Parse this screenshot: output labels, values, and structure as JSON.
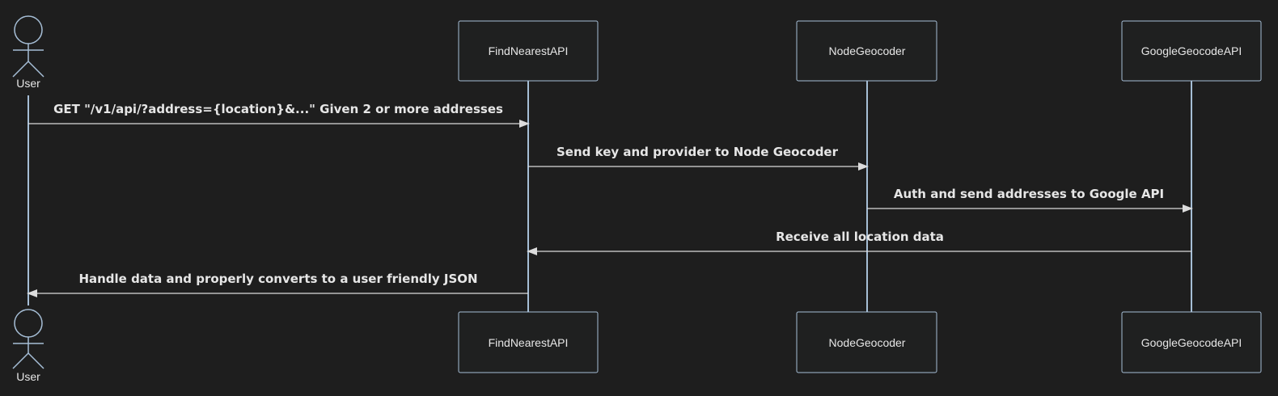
{
  "diagram": {
    "type": "sequence",
    "background": "#1e1e1e",
    "colors": {
      "lifeline": "#a6bed6",
      "box_border": "#a6bed6",
      "box_fill": "#1f2020",
      "text": "#e6e6e6",
      "message": "#dcdcdc"
    },
    "participants": [
      {
        "id": "user",
        "label": "User",
        "kind": "actor"
      },
      {
        "id": "findnearest",
        "label": "FindNearestAPI",
        "kind": "box"
      },
      {
        "id": "nodegeocoder",
        "label": "NodeGeocoder",
        "kind": "box"
      },
      {
        "id": "google",
        "label": "GoogleGeocodeAPI",
        "kind": "box"
      }
    ],
    "messages": [
      {
        "from": "user",
        "to": "findnearest",
        "label": "GET \"/v1/api/?address={location}&...\" Given 2 or more addresses"
      },
      {
        "from": "findnearest",
        "to": "nodegeocoder",
        "label": "Send key and provider to Node Geocoder"
      },
      {
        "from": "nodegeocoder",
        "to": "google",
        "label": "Auth and send addresses to Google API"
      },
      {
        "from": "google",
        "to": "findnearest",
        "label": "Receive all location data"
      },
      {
        "from": "findnearest",
        "to": "user",
        "label": "Handle data and properly converts to a user friendly JSON"
      }
    ]
  }
}
